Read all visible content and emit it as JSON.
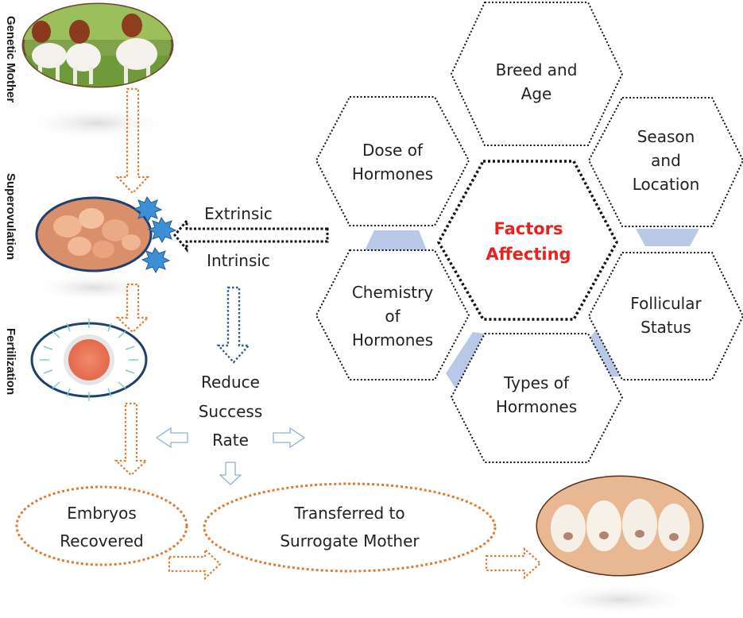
{
  "stages": {
    "genetic_mother": "Genetic Mother",
    "superovulation": "Superovulation",
    "fertilization": "Fertilization"
  },
  "middle": {
    "extrinsic": "Extrinsic",
    "intrinsic": "Intrinsic",
    "reduce_1": "Reduce",
    "reduce_2": "Success",
    "reduce_3": "Rate"
  },
  "hexagons": {
    "center_1": "Factors",
    "center_2": "Affecting",
    "breed_1": "Breed and",
    "breed_2": "Age",
    "season_1": "Season",
    "season_2": "and",
    "season_3": "Location",
    "dose_1": "Dose of",
    "dose_2": "Hormones",
    "chem_1": "Chemistry",
    "chem_2": "of",
    "chem_3": "Hormones",
    "foll_1": "Follicular",
    "foll_2": "Status",
    "types_1": "Types of",
    "types_2": "Hormones"
  },
  "ovals": {
    "embryos_1": "Embryos",
    "embryos_2": "Recovered",
    "transfer_1": "Transferred to",
    "transfer_2": "Surrogate Mother"
  },
  "colors": {
    "orange_arrow": "#e07a30",
    "blue_arrow": "#2f5d8a",
    "connector": "#b8c8e6",
    "burst": "#3d8fd6",
    "center_text": "#e8221e"
  }
}
